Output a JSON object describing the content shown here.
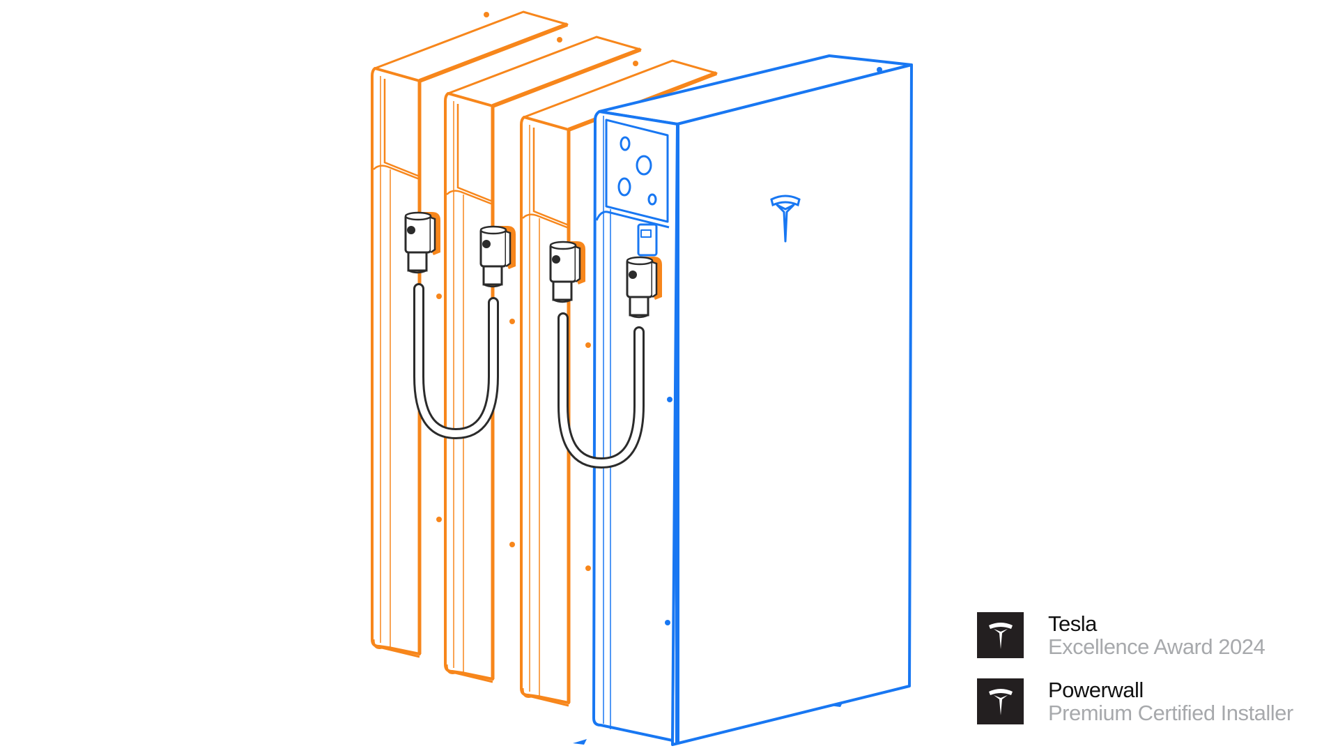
{
  "illustration": {
    "subject": "Tesla Powerwall battery stack",
    "units": [
      {
        "role": "expansion",
        "color": "#F7861B"
      },
      {
        "role": "expansion",
        "color": "#F7861B"
      },
      {
        "role": "expansion",
        "color": "#F7861B"
      },
      {
        "role": "main",
        "color": "#1877F2"
      }
    ],
    "cable_color": "#2B2B2B",
    "icons": [
      "tesla-logo-icon"
    ]
  },
  "badges": [
    {
      "icon": "tesla-logo-icon",
      "title": "Tesla",
      "subtitle": "Excellence Award 2024"
    },
    {
      "icon": "tesla-logo-icon",
      "title": "Powerwall",
      "subtitle": "Premium Certified Installer"
    }
  ],
  "colors": {
    "orange": "#F7861B",
    "blue": "#1877F2",
    "badge_bg": "#231F20",
    "title_text": "#111111",
    "subtitle_text": "#A7A9AC"
  }
}
